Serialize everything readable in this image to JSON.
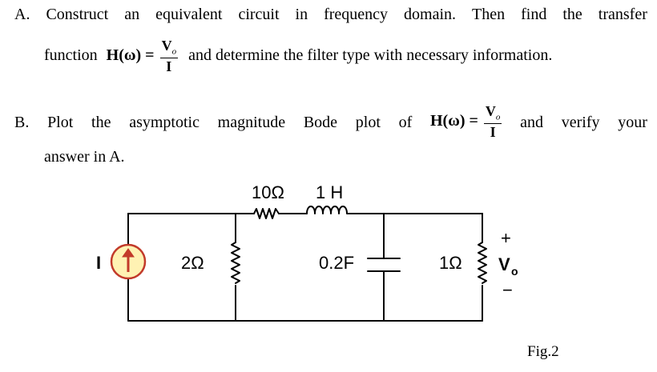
{
  "partA": {
    "marker": "A.",
    "words": [
      "Construct",
      "an",
      "equivalent",
      "circuit",
      "in",
      "frequency",
      "domain.",
      "Then",
      "find",
      "the",
      "transfer"
    ],
    "line2_prefix": "function",
    "hw": "H(ω) =",
    "frac_num": "V",
    "frac_sub": "o",
    "frac_den": "I",
    "line2_suffix": "and determine the filter type with necessary information."
  },
  "partB": {
    "marker": "B.",
    "words": [
      "Plot",
      "the",
      "asymptotic",
      "magnitude",
      "Bode",
      "plot",
      "of"
    ],
    "hw": "H(ω) =",
    "frac_num": "V",
    "frac_sub": "o",
    "frac_den": "I",
    "tail": [
      "and",
      "verify",
      "your"
    ],
    "line2": "answer in A."
  },
  "circuit": {
    "r_series": "10Ω",
    "l_series": "1 H",
    "r_left": "2Ω",
    "c_mid": "0.2F",
    "r_right": "1Ω",
    "source": "I",
    "plus": "+",
    "minus": "−",
    "vout": "V",
    "vout_sub": "o"
  },
  "figure_label": "Fig.2"
}
